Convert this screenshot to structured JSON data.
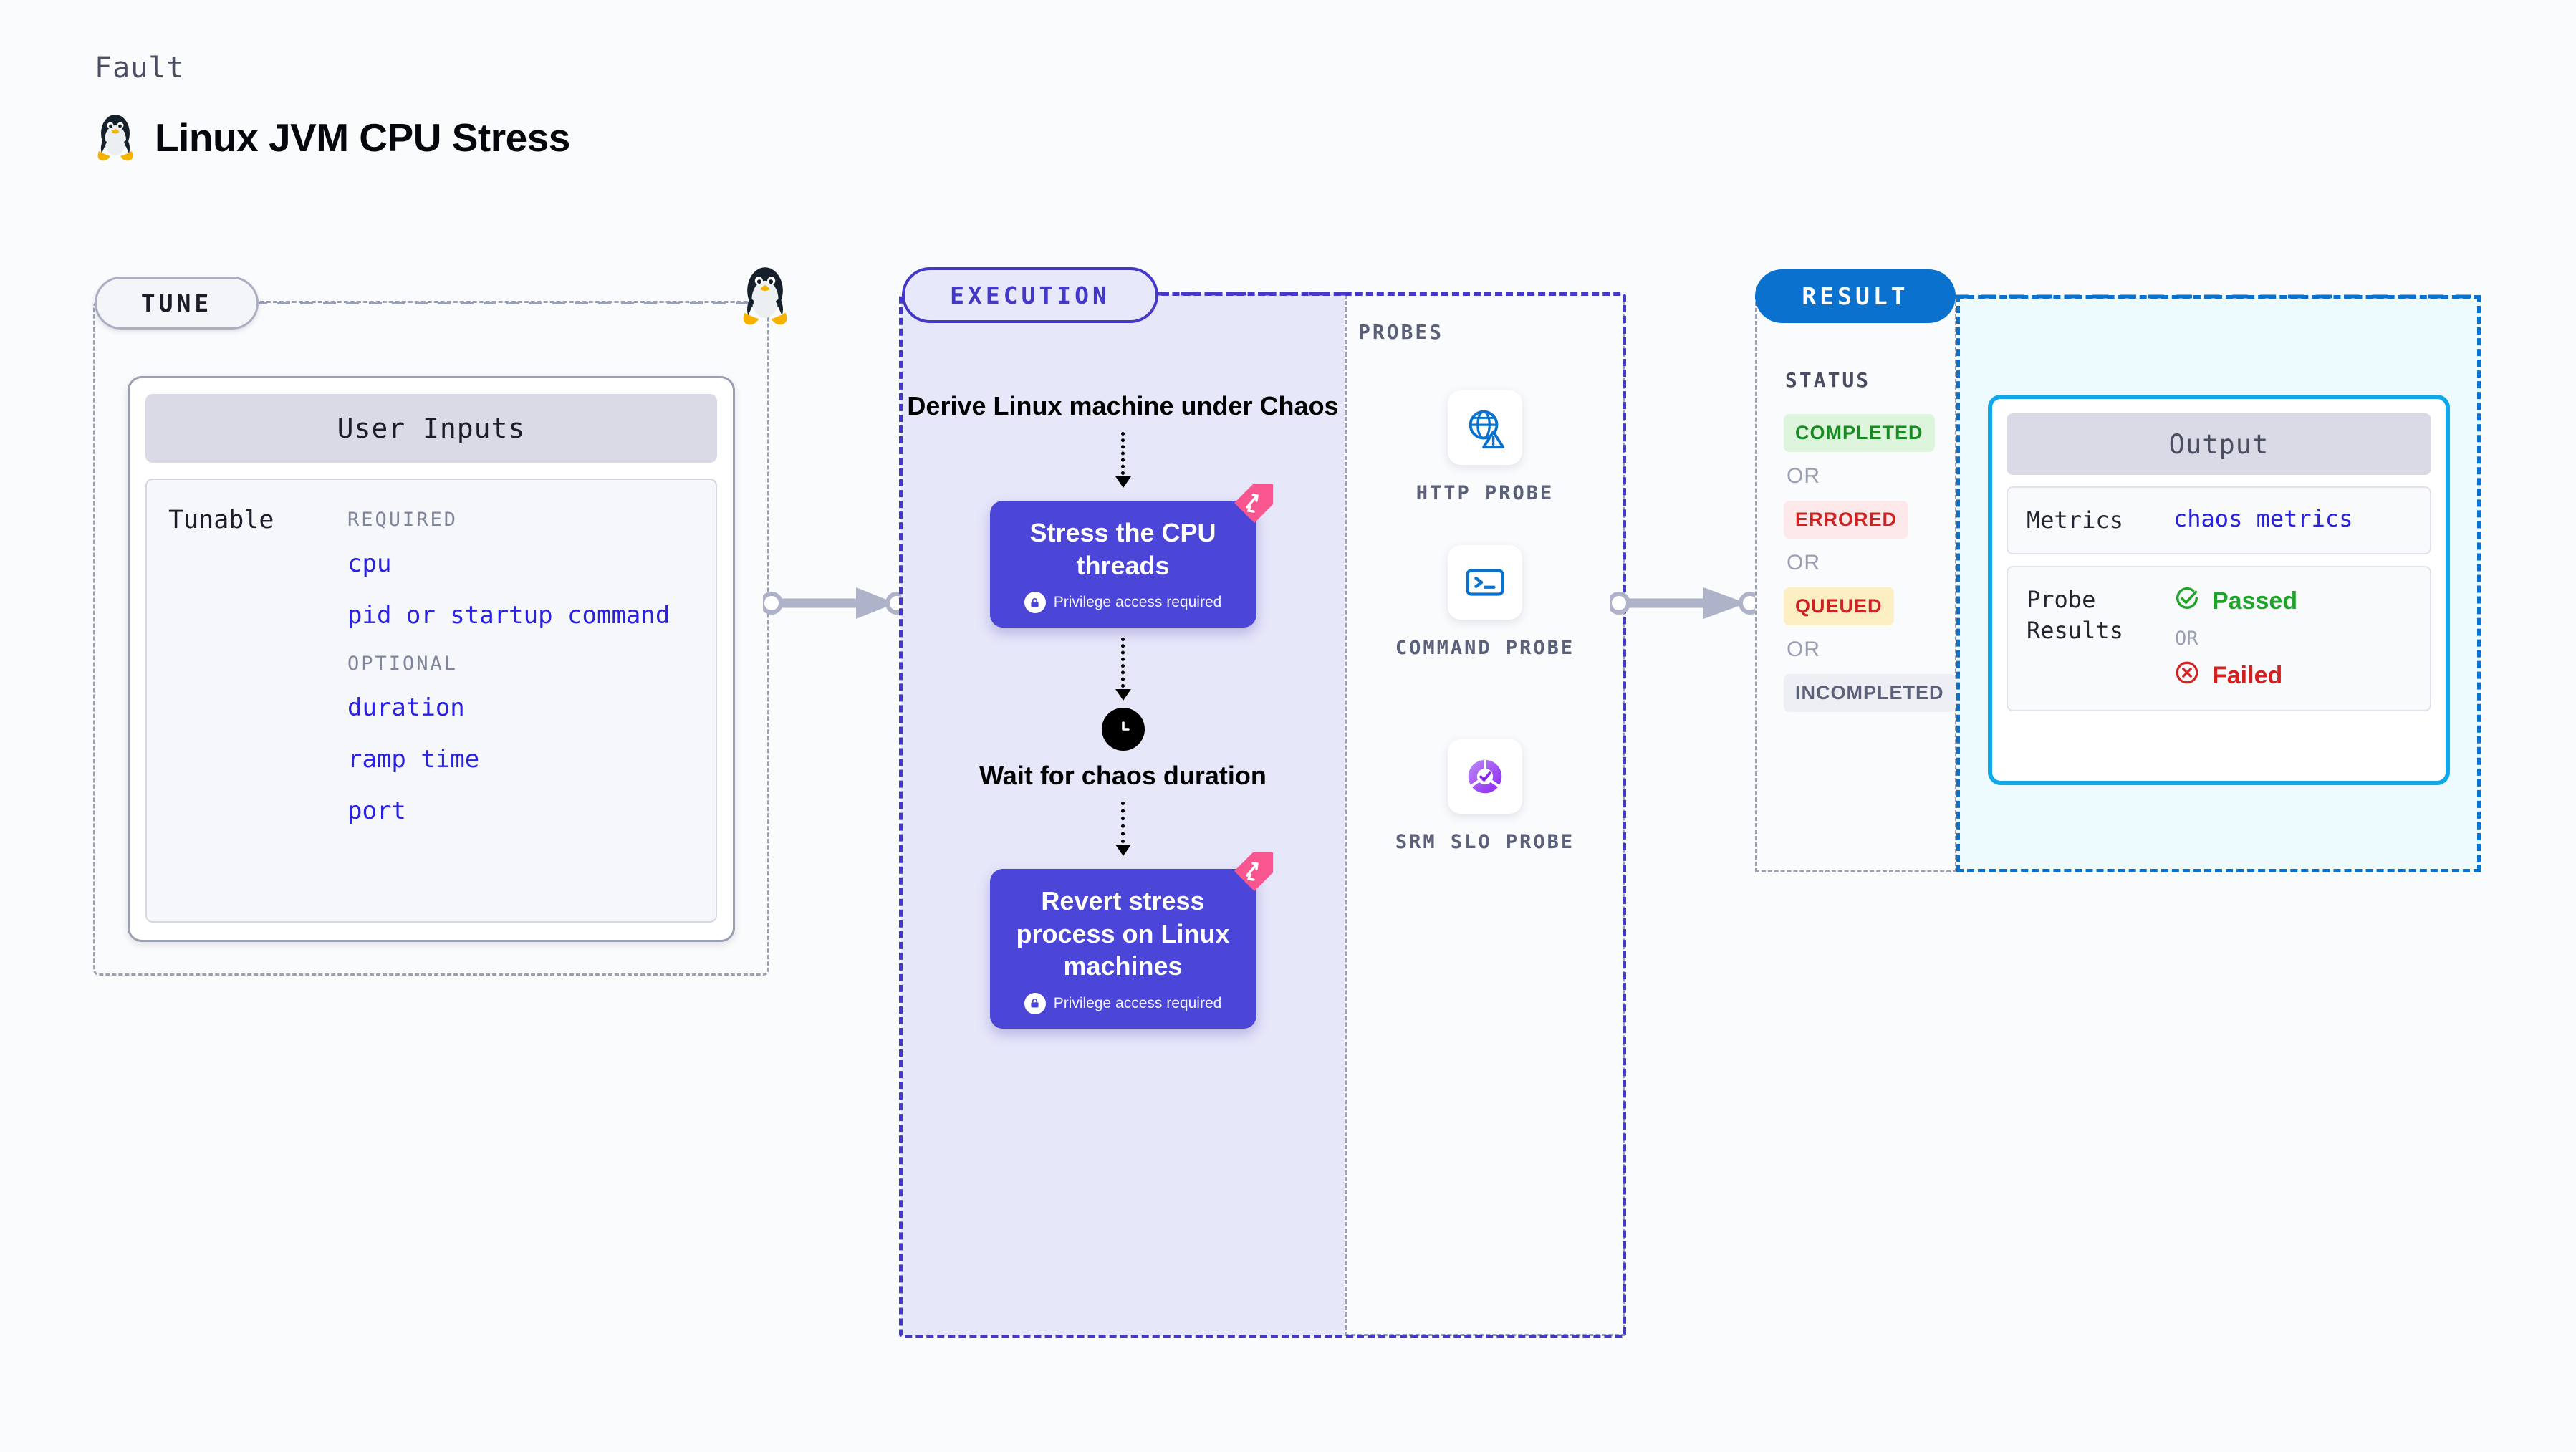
{
  "header": {
    "eyebrow": "Fault",
    "title": "Linux JVM CPU Stress",
    "icon": "linux-penguin-icon"
  },
  "tune": {
    "pill_label": "TUNE",
    "card_title": "User Inputs",
    "tunable_label": "Tunable",
    "groups": [
      {
        "label": "REQUIRED",
        "items": [
          "cpu",
          "pid or startup command"
        ]
      },
      {
        "label": "OPTIONAL",
        "items": [
          "duration",
          "ramp time",
          "port"
        ]
      }
    ]
  },
  "execution": {
    "pill_label": "EXECUTION",
    "steps": [
      {
        "type": "text",
        "label": "Derive Linux machine under Chaos"
      },
      {
        "type": "node",
        "label": "Stress the CPU threads",
        "note": "Privilege access required",
        "ribbon": true
      },
      {
        "type": "clock",
        "label": "Wait for chaos duration"
      },
      {
        "type": "node",
        "label": "Revert stress process on Linux machines",
        "note": "Privilege access required",
        "ribbon": true
      }
    ]
  },
  "probes": {
    "title": "PROBES",
    "items": [
      {
        "icon": "http-globe-warning-icon",
        "label": "HTTP PROBE"
      },
      {
        "icon": "command-terminal-icon",
        "label": "COMMAND PROBE"
      },
      {
        "icon": "srm-slo-donut-check-icon",
        "label": "SRM SLO PROBE"
      }
    ]
  },
  "result": {
    "pill_label": "RESULT",
    "status_title": "STATUS",
    "or_label": "OR",
    "statuses": [
      {
        "label": "COMPLETED",
        "bg": "#DDF5DC",
        "fg": "#1A8A22"
      },
      {
        "label": "ERRORED",
        "bg": "#FDE9E9",
        "fg": "#CC2222"
      },
      {
        "label": "QUEUED",
        "bg": "#FCEFC4",
        "fg": "#CC2222"
      },
      {
        "label": "INCOMPLETED",
        "bg": "#EEEFF5",
        "fg": "#5B6179"
      }
    ],
    "output": {
      "title": "Output",
      "metrics_label": "Metrics",
      "metrics_value": "chaos metrics",
      "probe_results_label": "Probe Results",
      "passed_label": "Passed",
      "failed_label": "Failed",
      "or_label": "OR"
    }
  },
  "colors": {
    "page_bg": "#FAFBFC",
    "execution_accent": "#4338CA",
    "execution_fill": "#E7E7FA",
    "node_purple": "#4B46D8",
    "result_accent": "#0A72CE",
    "result_fill": "#EDFAFE",
    "output_border": "#10A8E8",
    "tunable_blue": "#2A21E0",
    "ribbon_pink": "#F9558E",
    "passed_green": "#1FA32B",
    "failed_red": "#D32020",
    "muted_grey": "#9AA0B2"
  }
}
